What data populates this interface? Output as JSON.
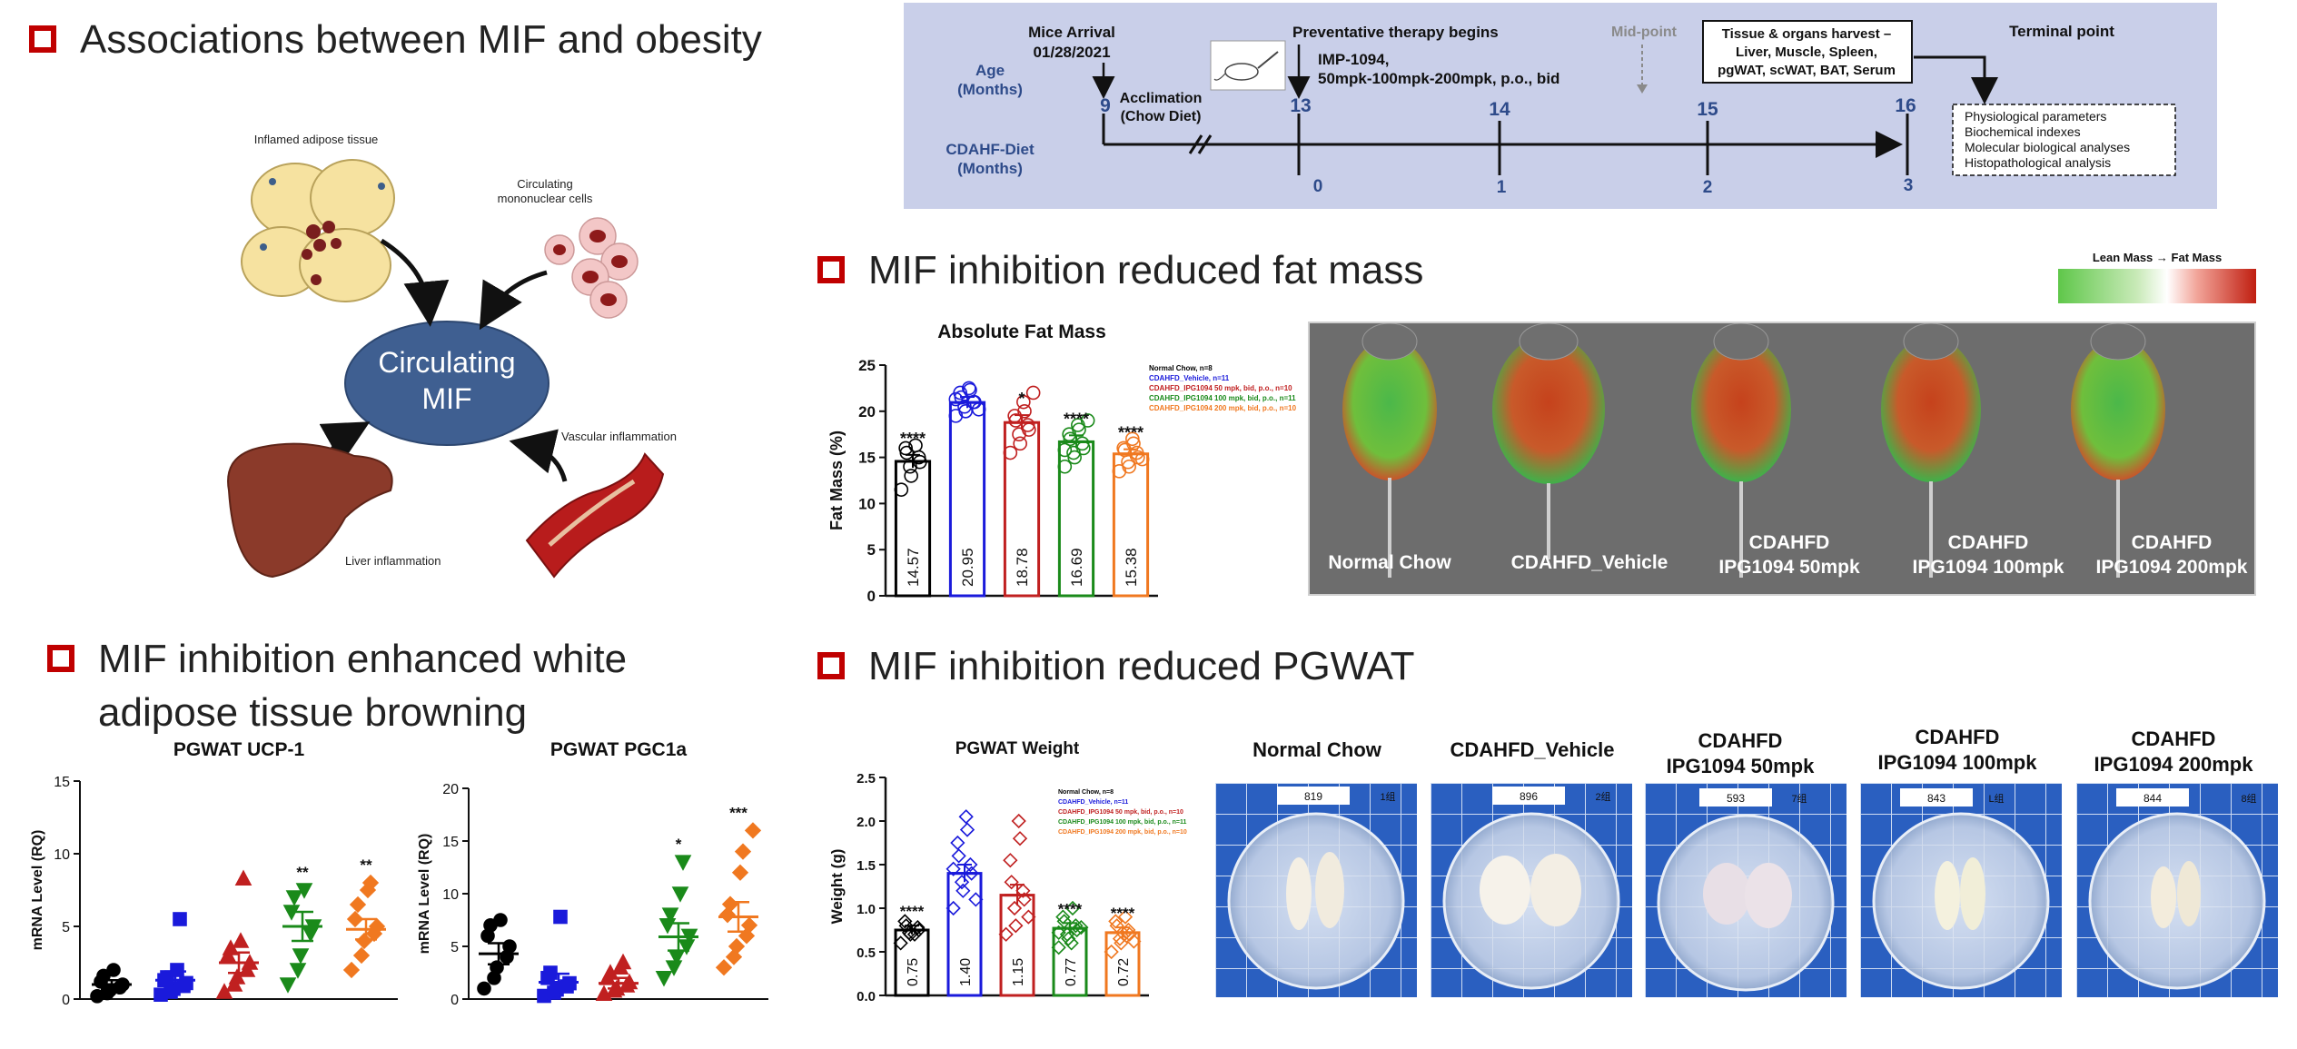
{
  "sections": {
    "assoc_title": "Associations between MIF and obesity",
    "fat_title": "MIF inhibition reduced fat mass",
    "browning_title_line1": "MIF inhibition enhanced white",
    "browning_title_line2": "adipose tissue browning",
    "pgwat_title": "MIF inhibition reduced PGWAT"
  },
  "diagram": {
    "center_line1": "Circulating",
    "center_line2": "MIF",
    "inflamed_adipose": "Inflamed adipose tissue",
    "mononuclear_line1": "Circulating",
    "mononuclear_line2": "mononuclear cells",
    "vascular": "Vascular inflammation",
    "liver": "Liver inflammation",
    "colors": {
      "center": "#3f5f91",
      "adipose": "#f6e2a0",
      "liver": "#8b3a2a",
      "vessel": "#b81c1c"
    }
  },
  "timeline": {
    "arrival_line1": "Mice Arrival",
    "arrival_line2": "01/28/2021",
    "age_line1": "Age",
    "age_line2": "(Months)",
    "diet_line1": "CDAHF-Diet",
    "diet_line2": "(Months)",
    "acclimation_line1": "Acclimation",
    "acclimation_line2": "(Chow Diet)",
    "therapy": "Preventative therapy begins",
    "drug_line1": "IMP-1094,",
    "drug_line2": "50mpk-100mpk-200mpk, p.o., bid",
    "midpoint": "Mid-point",
    "harvest_line1": "Tissue & organs harvest –",
    "harvest_line2": "Liver, Muscle, Spleen,",
    "harvest_line3": "pgWAT, scWAT, BAT, Serum",
    "terminal": "Terminal point",
    "age_ticks": [
      "9",
      "13",
      "14",
      "15",
      "16"
    ],
    "diet_ticks": [
      "0",
      "1",
      "2",
      "3"
    ],
    "outcomes": [
      "Physiological parameters",
      "Biochemical indexes",
      "Molecular biological analyses",
      "Histopathological analysis"
    ]
  },
  "colorbar": {
    "label_lean": "Lean Mass",
    "arrow": "→",
    "label_fat": "Fat Mass"
  },
  "mouse_labels": [
    {
      "line1": "Normal Chow",
      "line2": ""
    },
    {
      "line1": "CDAHFD_Vehicle",
      "line2": ""
    },
    {
      "line1": "CDAHFD",
      "line2": "IPG1094 50mpk"
    },
    {
      "line1": "CDAHFD",
      "line2": "IPG1094 100mpk"
    },
    {
      "line1": "CDAHFD",
      "line2": "IPG1094 200mpk"
    }
  ],
  "photo_labels": [
    {
      "line1": "Normal Chow",
      "line2": ""
    },
    {
      "line1": "CDAHFD_Vehicle",
      "line2": ""
    },
    {
      "line1": "CDAHFD",
      "line2": "IPG1094 50mpk"
    },
    {
      "line1": "CDAHFD",
      "line2": "IPG1094 100mpk"
    },
    {
      "line1": "CDAHFD",
      "line2": "IPG1094 200mpk"
    }
  ],
  "photo_tags": [
    {
      "code": "819",
      "group": "1组"
    },
    {
      "code": "896",
      "group": "2组"
    },
    {
      "code": "593",
      "group": "7组"
    },
    {
      "code": "843",
      "group": "L组"
    },
    {
      "code": "844",
      "group": "8组"
    }
  ],
  "group_colors": [
    "#000000",
    "#1a1adb",
    "#c02020",
    "#1a8a1a",
    "#f07820"
  ],
  "chart_data": [
    {
      "id": "fat",
      "type": "bar",
      "title": "Absolute Fat Mass",
      "ylabel": "Fat Mass (%)",
      "ylim": [
        0,
        25
      ],
      "yticks": [
        0,
        5,
        10,
        15,
        20,
        25
      ],
      "values": [
        14.57,
        20.95,
        18.78,
        16.69,
        15.38
      ],
      "bar_labels": [
        "14.57",
        "20.95",
        "18.78",
        "16.69",
        "15.38"
      ],
      "significance": [
        "****",
        "",
        "*",
        "****",
        "****"
      ],
      "errors": [
        0.7,
        0.6,
        0.8,
        0.7,
        0.5
      ],
      "marker": "circle",
      "points": [
        [
          11.5,
          13,
          14,
          14.5,
          15,
          15.5,
          16,
          16.3
        ],
        [
          19.5,
          20,
          20.5,
          21,
          21,
          21.5,
          22,
          22.3,
          22.5,
          20.2,
          21.3
        ],
        [
          15.5,
          16.5,
          17.5,
          18,
          18.5,
          19,
          19.5,
          20,
          21,
          22
        ],
        [
          14,
          15,
          15.5,
          16,
          16.5,
          17,
          17.5,
          18,
          18.5,
          19,
          15.8
        ],
        [
          13.5,
          14,
          14.5,
          15,
          15.5,
          15.8,
          16,
          16.5,
          17,
          14.8
        ]
      ],
      "legend": [
        "Normal Chow, n=8",
        "CDAHFD_Vehicle, n=11",
        "CDAHFD_IPG1094 50 mpk, bid, p.o., n=10",
        "CDAHFD_IPG1094 100 mpk, bid, p.o., n=11",
        "CDAHFD_IPG1094 200 mpk, bid, p.o., n=10"
      ],
      "legend_position": "top-right"
    },
    {
      "id": "pgwat",
      "type": "bar",
      "title": "PGWAT Weight",
      "ylabel": "Weight (g)",
      "ylim": [
        0,
        2.5
      ],
      "yticks": [
        "0.0",
        "0.5",
        "1.0",
        "1.5",
        "2.0",
        "2.5"
      ],
      "values": [
        0.75,
        1.4,
        1.15,
        0.77,
        0.72
      ],
      "bar_labels": [
        "0.75",
        "1.40",
        "1.15",
        "0.77",
        "0.72"
      ],
      "significance": [
        "****",
        "",
        "",
        "****",
        "****"
      ],
      "errors": [
        0.05,
        0.1,
        0.12,
        0.06,
        0.06
      ],
      "marker": "diamond",
      "points": [
        [
          0.6,
          0.7,
          0.72,
          0.75,
          0.78,
          0.8,
          0.85,
          0.7
        ],
        [
          1.0,
          1.2,
          1.3,
          1.4,
          1.5,
          1.6,
          1.75,
          1.9,
          2.05,
          1.1,
          1.45
        ],
        [
          0.7,
          0.8,
          1.0,
          1.1,
          1.2,
          1.3,
          1.55,
          1.8,
          2.0,
          0.9
        ],
        [
          0.55,
          0.65,
          0.7,
          0.75,
          0.8,
          0.85,
          0.9,
          1.0,
          0.6,
          0.78,
          0.72
        ],
        [
          0.5,
          0.6,
          0.65,
          0.7,
          0.75,
          0.8,
          0.85,
          0.9,
          0.7,
          0.62
        ]
      ],
      "legend": [
        "Normal Chow, n=8",
        "CDAHFD_Vehicle, n=11",
        "CDAHFD_IPG1094 50 mpk, bid, p.o., n=10",
        "CDAHFD_IPG1094 100 mpk, bid, p.o., n=11",
        "CDAHFD_IPG1094 200 mpk, bid, p.o., n=10"
      ],
      "legend_position": "top-right"
    },
    {
      "id": "ucp1",
      "type": "scatter",
      "title": "PGWAT UCP-1",
      "ylabel": "mRNA Level (RQ)",
      "ylim": [
        0,
        15
      ],
      "yticks": [
        0,
        5,
        10,
        15
      ],
      "means": [
        1.0,
        1.3,
        2.5,
        5.0,
        4.8
      ],
      "errors": [
        0.3,
        0.6,
        0.7,
        1.0,
        0.7
      ],
      "significance": [
        "",
        "",
        "",
        "**",
        "**"
      ],
      "markers": [
        "circle",
        "square",
        "triangle",
        "triangle-down",
        "diamond"
      ],
      "points": [
        [
          0.2,
          0.4,
          0.6,
          0.8,
          1.0,
          1.2,
          1.6,
          2.0
        ],
        [
          0.3,
          0.5,
          0.7,
          0.9,
          1.1,
          1.3,
          1.5,
          2.0,
          5.5
        ],
        [
          0.5,
          1.0,
          1.5,
          2.0,
          2.5,
          3.0,
          3.5,
          4.0,
          8.3
        ],
        [
          1.0,
          2.0,
          3.0,
          4.5,
          5.0,
          6.0,
          7.0,
          7.5
        ],
        [
          2.0,
          3.0,
          4.0,
          4.5,
          5.0,
          5.5,
          6.5,
          7.5,
          8.0
        ]
      ]
    },
    {
      "id": "pgc1a",
      "type": "scatter",
      "title": "PGWAT PGC1a",
      "ylabel": "mRNA Level (RQ)",
      "ylim": [
        0,
        20
      ],
      "yticks": [
        0,
        5,
        10,
        15,
        20
      ],
      "means": [
        4.3,
        1.6,
        1.5,
        5.9,
        7.8
      ],
      "errors": [
        1.0,
        0.8,
        0.5,
        1.3,
        1.4
      ],
      "significance": [
        "",
        "",
        "",
        "*",
        "***"
      ],
      "markers": [
        "circle",
        "square",
        "triangle",
        "triangle-down",
        "diamond"
      ],
      "points": [
        [
          1.0,
          2.0,
          3.0,
          4.0,
          5.0,
          6.0,
          7.0,
          7.5
        ],
        [
          0.3,
          0.6,
          0.9,
          1.2,
          1.5,
          2.0,
          2.5,
          7.8
        ],
        [
          0.5,
          0.8,
          1.0,
          1.3,
          1.6,
          2.0,
          2.5,
          3.0,
          3.5
        ],
        [
          2.0,
          3.0,
          4.0,
          5.0,
          6.0,
          7.0,
          8.0,
          10.0,
          13.0
        ],
        [
          3.0,
          4.0,
          5.0,
          6.0,
          7.0,
          8.0,
          9.0,
          12.0,
          14.0,
          16.0
        ]
      ]
    }
  ]
}
